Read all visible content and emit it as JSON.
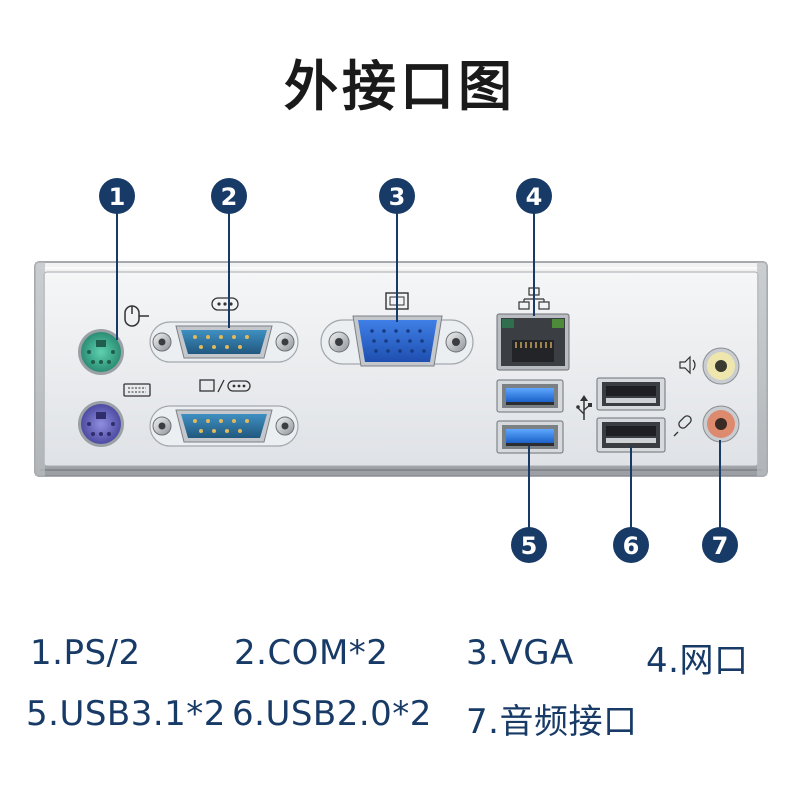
{
  "title": "外接口图",
  "colors": {
    "accent": "#173a66",
    "panel": "#e9ebee",
    "ps2_mouse": "#3fae91",
    "ps2_keyboard": "#6d6bbd",
    "com": "#2f7ba8",
    "vga": "#2b64c9",
    "usb3": "#2f7fe0",
    "audio_line": "#efe6ae",
    "audio_mic": "#de8a6e"
  },
  "callouts": [
    "1",
    "2",
    "3",
    "4",
    "5",
    "6",
    "7"
  ],
  "legend": [
    "1.PS/2",
    "2.COM*2",
    "3.VGA",
    "4.网口",
    "5.USB3.1*2",
    "6.USB2.0*2",
    "7.音频接口"
  ]
}
